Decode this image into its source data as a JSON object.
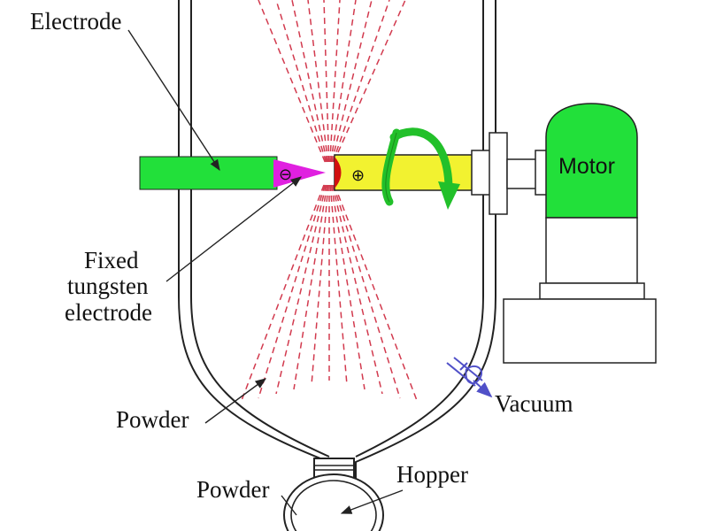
{
  "labels": {
    "electrode": "Electrode",
    "fixed_line1": "Fixed",
    "fixed_line2": "tungsten",
    "fixed_line3": "electrode",
    "powder_chamber": "Powder",
    "vacuum": "Vacuum",
    "hopper": "Hopper",
    "powder_hopper": "Powder",
    "motor": "Motor"
  },
  "symbols": {
    "fixed_electrode_charge": "⊖",
    "rotating_electrode_charge": "⊕"
  },
  "icons": {
    "rotation": "curved-arrow-icon"
  },
  "colors": {
    "electrode_green": "#22e03a",
    "arc_magenta": "#e020e0",
    "rotor_yellow": "#f2f230",
    "spray_red": "#d23a4e",
    "electrode_tip_red": "#d01010",
    "vacuum_port": "#5050c8",
    "outline": "#222222"
  }
}
